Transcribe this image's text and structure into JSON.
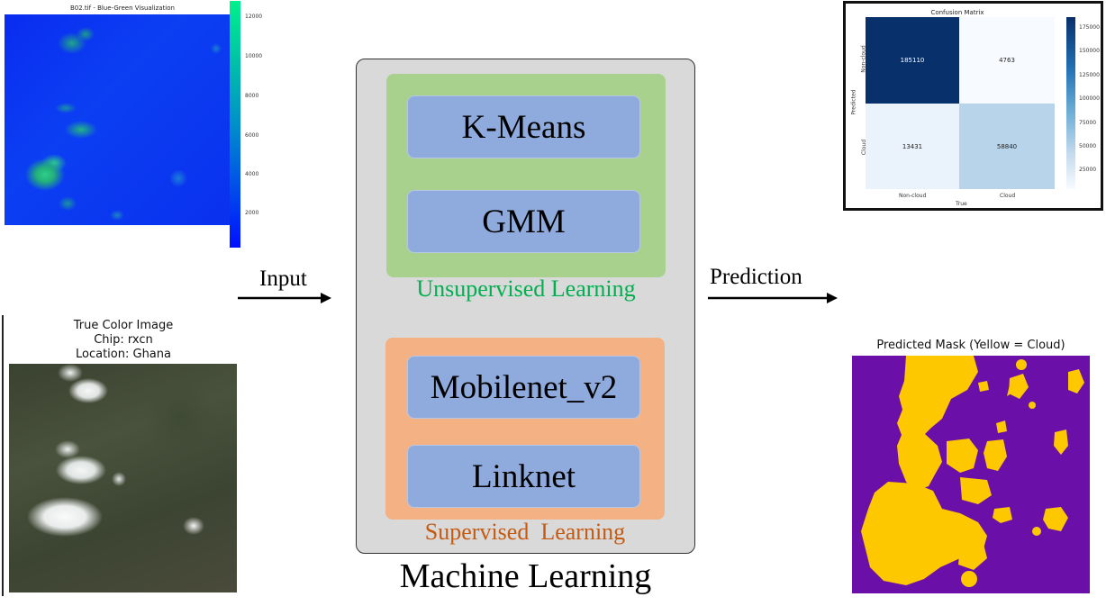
{
  "b02_panel": {
    "title": "B02.tif - Blue-Green Visualization",
    "colorbar_ticks": [
      "12000",
      "10000",
      "8000",
      "6000",
      "4000",
      "2000"
    ]
  },
  "true_color_panel": {
    "title_line1": "True Color Image",
    "title_line2": "Chip: rxcn",
    "title_line3": "Location: Ghana"
  },
  "arrows": {
    "input_label": "Input",
    "prediction_label": "Prediction"
  },
  "machine_learning": {
    "title": "Machine Learning",
    "unsupervised": {
      "label": "Unsupervised Learning",
      "color": "#00b050",
      "methods": [
        "K-Means",
        "GMM"
      ]
    },
    "supervised": {
      "label": "Supervised  Learning",
      "color": "#c55a11",
      "methods": [
        "Mobilenet_v2",
        "Linknet"
      ]
    }
  },
  "confusion_matrix": {
    "title": "Confusion Matrix",
    "ylabel": "Predicted",
    "xlabel": "True",
    "row_labels": [
      "Non-cloud",
      "Cloud"
    ],
    "col_labels": [
      "Non-cloud",
      "Cloud"
    ],
    "cells": [
      [
        "185110",
        "4763"
      ],
      [
        "13431",
        "58840"
      ]
    ],
    "colorbar_ticks": [
      "175000",
      "150000",
      "125000",
      "100000",
      "75000",
      "50000",
      "25000"
    ]
  },
  "predicted_mask": {
    "title": "Predicted Mask (Yellow = Cloud)",
    "cloud_color": "#fdc800",
    "background_color": "#6a0fa8"
  }
}
